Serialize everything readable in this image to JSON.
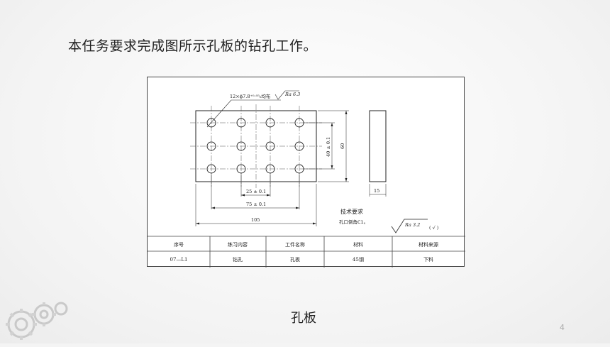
{
  "slide": {
    "heading": "本任务要求完成图所示孔板的钻孔工作。",
    "caption": "孔板",
    "page_number": "4"
  },
  "drawing": {
    "hole_callout": "12×ϕ7.8⁺⁰·⁰⁵₀均布",
    "roughness_callout": "Ra 6.3",
    "dim_25": "25 ± 0.1",
    "dim_75": "75 ± 0.1",
    "dim_105": "105",
    "dim_40": "40 ± 0.1",
    "dim_60": "60",
    "dim_15": "15",
    "tech_title": "技术要求",
    "tech_note": "孔口倒角C1。",
    "general_roughness": "Ra 3.2",
    "general_roughness_suffix": "( √ )"
  },
  "title_block": {
    "headers": [
      "序号",
      "练习内容",
      "工件名称",
      "材料",
      "材料来源"
    ],
    "row": [
      "07—L1",
      "钻孔",
      "孔板",
      "45钢",
      "下料"
    ]
  }
}
